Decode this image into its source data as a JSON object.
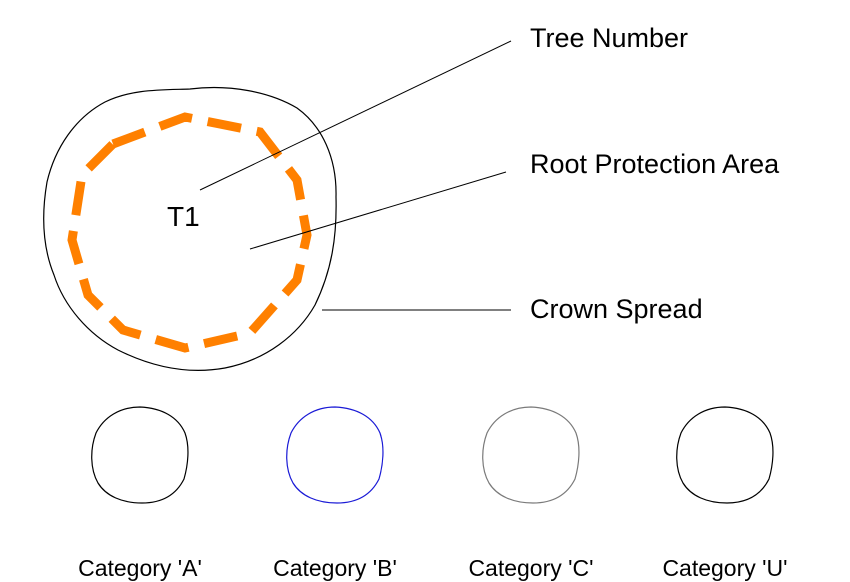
{
  "legend": {
    "tree_label": "T1",
    "callouts": {
      "tree_number": "Tree Number",
      "root_protection_area": "Root Protection Area",
      "crown_spread": "Crown Spread"
    },
    "categories": [
      {
        "label": "Category 'A'",
        "color": "#000000"
      },
      {
        "label": "Category 'B'",
        "color": "#1a1ad6"
      },
      {
        "label": "Category 'C'",
        "color": "#7a7a7a"
      },
      {
        "label": "Category 'U'",
        "color": "#000000"
      }
    ],
    "rpa_color": "#ff8000",
    "crown_color": "#000000"
  }
}
